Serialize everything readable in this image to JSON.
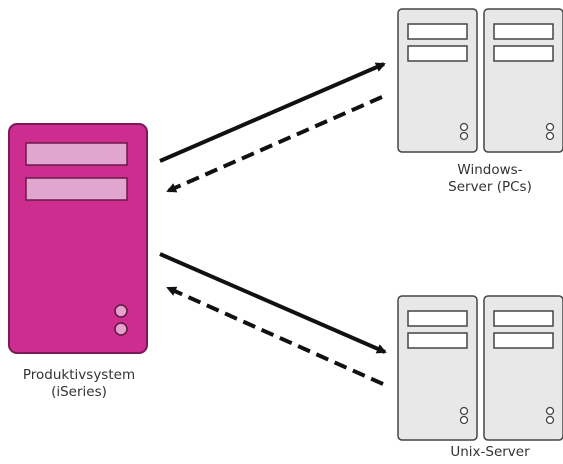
{
  "nodes": {
    "production_system": {
      "label_line1": "Produktivsystem",
      "label_line2": "(iSeries)"
    },
    "windows_server": {
      "label_line1": "Windows-",
      "label_line2": "Server (PCs)"
    },
    "unix_server": {
      "label_line1": "Unix-Server"
    }
  },
  "colors": {
    "production_body": "#cc2d8e",
    "production_bay": "#e0a6cf",
    "production_led": "#e7a0cc",
    "server_body": "#e8e8e8",
    "server_outline": "#444444",
    "arrow": "#111111",
    "label": "#333333"
  },
  "edges": [
    {
      "from": "production_system",
      "to": "windows_server",
      "style": "solid"
    },
    {
      "from": "windows_server",
      "to": "production_system",
      "style": "dashed"
    },
    {
      "from": "production_system",
      "to": "unix_server",
      "style": "solid"
    },
    {
      "from": "unix_server",
      "to": "production_system",
      "style": "dashed"
    }
  ]
}
